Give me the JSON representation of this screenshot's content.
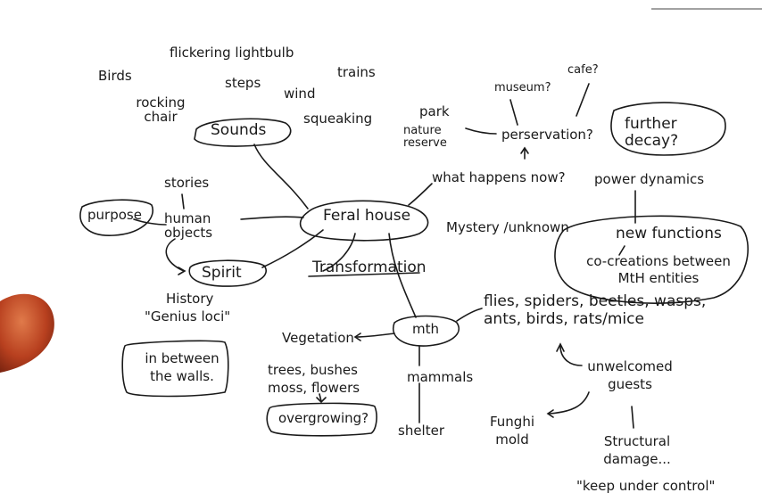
{
  "diagram": {
    "center": "Feral house",
    "sounds": {
      "node": "Sounds",
      "items": [
        "Birds",
        "flickering lightbulb",
        "steps",
        "trains",
        "wind",
        "rocking chair",
        "squeaking"
      ]
    },
    "human": {
      "node": "human objects",
      "stories": "stories",
      "purpose": "purpose"
    },
    "spirit": {
      "node": "Spirit",
      "history": "History",
      "genius": "\"Genius loci\"",
      "walls": "in between the walls."
    },
    "transformation": "Transformation",
    "mth": {
      "node": "mth",
      "vegetation": "Vegetation",
      "plants": "trees, bushes moss, flowers",
      "overgrowing": "overgrowing?",
      "mammals": "mammals",
      "shelter": "shelter",
      "insects": "flies, spiders, beetles, wasps, ants, birds, rats/mice"
    },
    "guests": {
      "unwelcomed": "unwelcomed guests",
      "funghi": "Funghi mold",
      "damage": "Structural damage...",
      "control": "\"keep under control\""
    },
    "future": {
      "what_happens": "what happens now?",
      "preservation": "perservation?",
      "museum": "museum?",
      "cafe": "cafe?",
      "park": "park",
      "nature": "nature reserve",
      "decay": "further decay?",
      "power": "power dynamics",
      "mystery": "Mystery /unknown",
      "new_functions": "new functions",
      "cocreations": "co-creations between MtH entities"
    }
  },
  "colors": {
    "ink": "#1a1a1a",
    "paper": "#ffffff",
    "bean": "#b8401f"
  }
}
